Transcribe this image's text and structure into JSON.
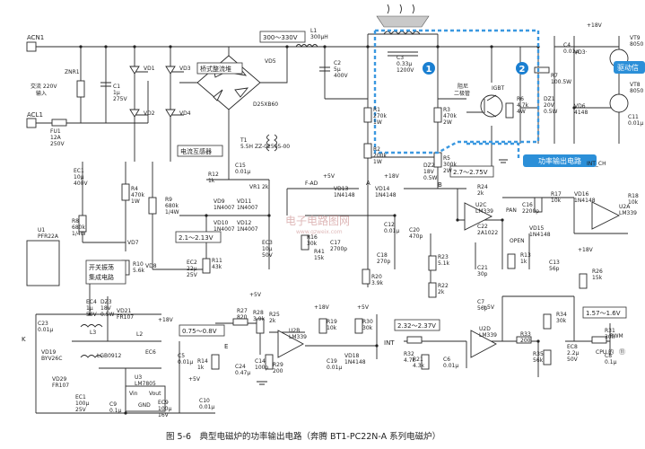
{
  "caption": "图 5-6　典型电磁炉的功率输出电路（奔腾 BT1-PC22N-A 系列电磁炉）",
  "watermark": {
    "main": "电子电路图网",
    "sub": "www.gzweix.com"
  },
  "callouts": {
    "one": "1",
    "two": "2",
    "drive": "驱动信",
    "power_out": "功率输出电路",
    "bridge": "桥式整流堆",
    "ct": "电流互感器",
    "osc": "开关振荡\n集成电路"
  },
  "voltage_labels": {
    "v300": "300～330V",
    "v27": "2.7～2.75V",
    "v21": "2.1～2.13V",
    "v075": "0.75～0.8V",
    "v232": "2.32～2.37V",
    "v157": "1.57～1.6V"
  },
  "nets": {
    "acn1": "ACN1",
    "acl1": "ACL1",
    "mains": "交流 220V\n输入",
    "int": "INT",
    "int_ch": "INT_CH",
    "f_ad": "F-AD",
    "pan": "PAN",
    "open": "OPEN",
    "pwm": "PWM",
    "cpu_pin": "CPU 的",
    "cpu_num": "⑪",
    "k_node": "K",
    "a_node": "A",
    "b_node": "B",
    "e_node": "E",
    "damper": "阻尼\n二极管"
  },
  "parts": [
    "FU1\n12A\n250V",
    "ZNR1",
    "C1\n1μ\n275V",
    "VD1",
    "VD2",
    "VD3",
    "VD4",
    "VD5",
    "D25XB60",
    "L1\n300μH",
    "C2\n5μ\n400V",
    "T1\n5.5H ZZ-02505-00",
    "C3\n0.33μ\n1200V",
    "R1\n270k\n1W",
    "R2\n200k\n1W",
    "R3\n470k\n2W",
    "R5\n300k\n2W",
    "DZ1\n20V\n0.5W",
    "R6\n4.7k\n4W",
    "R7\n100.5W",
    "IGBT",
    "C4\n0.01μ",
    "VT9\n8050",
    "VT8\n8050",
    "VD3·",
    "VD6\n4148",
    "C11\n0.01μ",
    "EC1\n10μ\n400V",
    "R8\n680k\n1/4W",
    "R4\n470k\n1W",
    "R9\n680k\n1/4W",
    "R12\n1k",
    "C15\n0.01μ",
    "VR1 2k",
    "VD9\n1N4007",
    "VD11\n1N4007",
    "VD10\n1N4007",
    "VD12\n1N4007",
    "R10\n5.6k",
    "R11\n43k",
    "EC2\n22μ\n25V",
    "VD7",
    "VD8",
    "EC3\n10μ\n50V",
    "R16\n30k",
    "R41\n15k",
    "C17\n2700p",
    "VD13\n1N4148",
    "VD14\n1N4148",
    "DZ2\n18V\n0.5W",
    "C12\n0.01μ",
    "C20\n470p",
    "C18\n270p",
    "R20\n3.9k",
    "R23\n5.1k",
    "R22\n2k",
    "C22\n2A1022",
    "C21\n30p",
    "R24\n2k",
    "C16\n2200p",
    "U2C\nLM339",
    "R17\n10k",
    "VD16\n1N4148",
    "VD15\n1N4148",
    "R13\n1k",
    "C13\n56p",
    "U2A\nLM339",
    "R26\n15k",
    "R18\n10k",
    "U1\nPFR22A",
    "EC4\n1μ\n50V",
    "DZ3\n18V\n0.5W",
    "VD21\nFR107",
    "C23\n0.01μ",
    "VD19\nBYV26C",
    "VD29\nFR107",
    "L2",
    "L3",
    "LGB0912",
    "EC6",
    "C5\n0.01μ",
    "U3\nLM7805",
    "EC1\n100μ\n25V",
    "C9\n0.1μ",
    "EC9\n100μ\n16V",
    "C10\n0.01μ",
    "R27\n820",
    "R28\n3.9k",
    "R25\n2k",
    "R14\n1k",
    "C24\n0.47μ",
    "C14\n100p",
    "R29\n200",
    "U2B\nLM339",
    "R19\n10k",
    "C19\n0.01μ",
    "R30\n30k",
    "VD18\n1N4148",
    "R32\n4.7k",
    "R21\n4.3k",
    "C6\n0.01μ",
    "C7\n56p",
    "U2D\nLM339",
    "R33\n200",
    "R34\n30k",
    "R35\n56k",
    "EC8\n2.2μ\n50V",
    "R31\n30k",
    "C8\n0.1μ"
  ],
  "rails": {
    "p18": "+18V",
    "p5": "+5V",
    "vin": "Vin",
    "vout": "Vout",
    "gnd": "GND"
  }
}
